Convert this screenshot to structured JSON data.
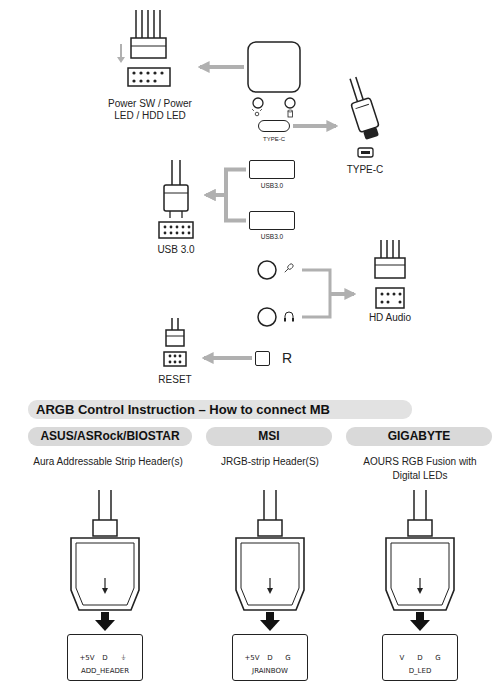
{
  "diagram": {
    "title": "ARGB Control Instruction – How to connect MB",
    "nodes": [
      {
        "text": [
          "Power SW / Power LED / HDD LED"
        ]
      },
      {
        "text": [
          "TYPE-C"
        ]
      },
      {
        "text": [
          "TYPE-C"
        ]
      },
      {
        "text": [
          "USB3.0"
        ]
      },
      {
        "text": [
          "USB 3.0"
        ]
      },
      {
        "text": [
          "USB3.0"
        ]
      },
      {
        "text": [
          "HD Audio"
        ]
      },
      {
        "text": [
          "R"
        ]
      },
      {
        "text": [
          "RESET"
        ]
      },
      {
        "text": [
          "ASUS/ASRock/BIOSTAR"
        ]
      },
      {
        "text": [
          "MSI"
        ]
      },
      {
        "text": [
          "GIGABYTE"
        ]
      },
      {
        "text": [
          "+5V",
          "D",
          "⏚",
          "ADD_HEADER"
        ]
      },
      {
        "text": [
          "+5V",
          "D",
          "G",
          "JRAINBOW"
        ]
      },
      {
        "text": [
          "V",
          "D",
          "G",
          "D_LED"
        ]
      }
    ],
    "edges": [
      {
        "from": 1,
        "to": 2,
        "arrow": "to"
      },
      {
        "from": 3,
        "to": 4,
        "arrow": "to"
      },
      {
        "from": 5,
        "to": 4,
        "arrow": "to"
      },
      {
        "from": 7,
        "to": 8,
        "arrow": "to"
      }
    ],
    "labels": [
      "Aura Addressable Strip Header(s)",
      "JRGB-strip Header(S)",
      "AOURS RGB Fusion with Digital LEDs"
    ]
  }
}
